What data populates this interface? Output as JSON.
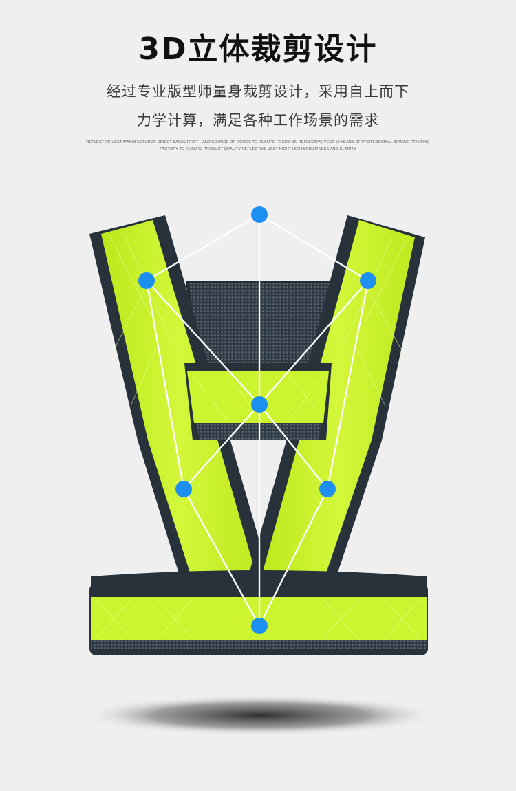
{
  "header": {
    "title": "3D立体裁剪设计",
    "subtitle_line1": "经过专业版型师量身裁剪设计，采用自上而下",
    "subtitle_line2": "力学计算，满足各种工作场景的需求",
    "english_line1": "REFLECTIVE VEST MANUFACTURER DIRECT SALES FIRST-HAND SOURCE OF GOODS TO ENSURE FOCUS ON REFLECTIVE VEST 10 YEARS OF PROFESSIONAL SEWING PRINTING",
    "english_line2": "FACTORY TO ENSURE PRODUCT QUALITY REFLECTIVE VEST NIGHT HIGH BRIGHTNESS AND CLARITY"
  },
  "product": {
    "name": "reflective-v-vest",
    "colors": {
      "reflective_green": "#c8f227",
      "edge_binding": "#2b3640",
      "mesh": "#3b4650",
      "node_blue": "#1c8ff0",
      "line": "#ffffff"
    }
  }
}
